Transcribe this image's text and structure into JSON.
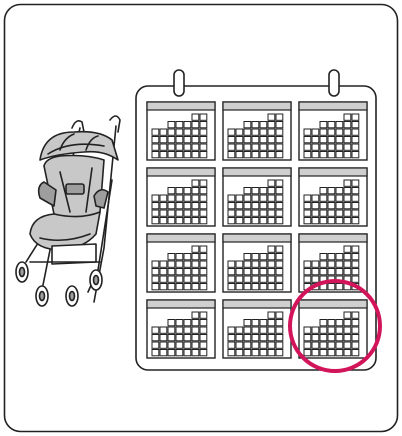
{
  "figure": {
    "subject": "stroller-and-twelve-month-calendar",
    "highlight": {
      "month_index": 12,
      "color": "#d2145a"
    },
    "months": [
      {
        "index": 1
      },
      {
        "index": 2
      },
      {
        "index": 3
      },
      {
        "index": 4
      },
      {
        "index": 5
      },
      {
        "index": 6
      },
      {
        "index": 7
      },
      {
        "index": 8
      },
      {
        "index": 9
      },
      {
        "index": 10
      },
      {
        "index": 11
      },
      {
        "index": 12
      }
    ],
    "colors": {
      "line": "#222222",
      "header_gray": "#cfcfcf",
      "stroller_gray": "#c8c8c8",
      "stroller_dark": "#9e9e9e",
      "highlight": "#d2145a"
    },
    "icons": [
      "stroller-icon",
      "calendar-icon",
      "highlight-circle-icon"
    ]
  }
}
